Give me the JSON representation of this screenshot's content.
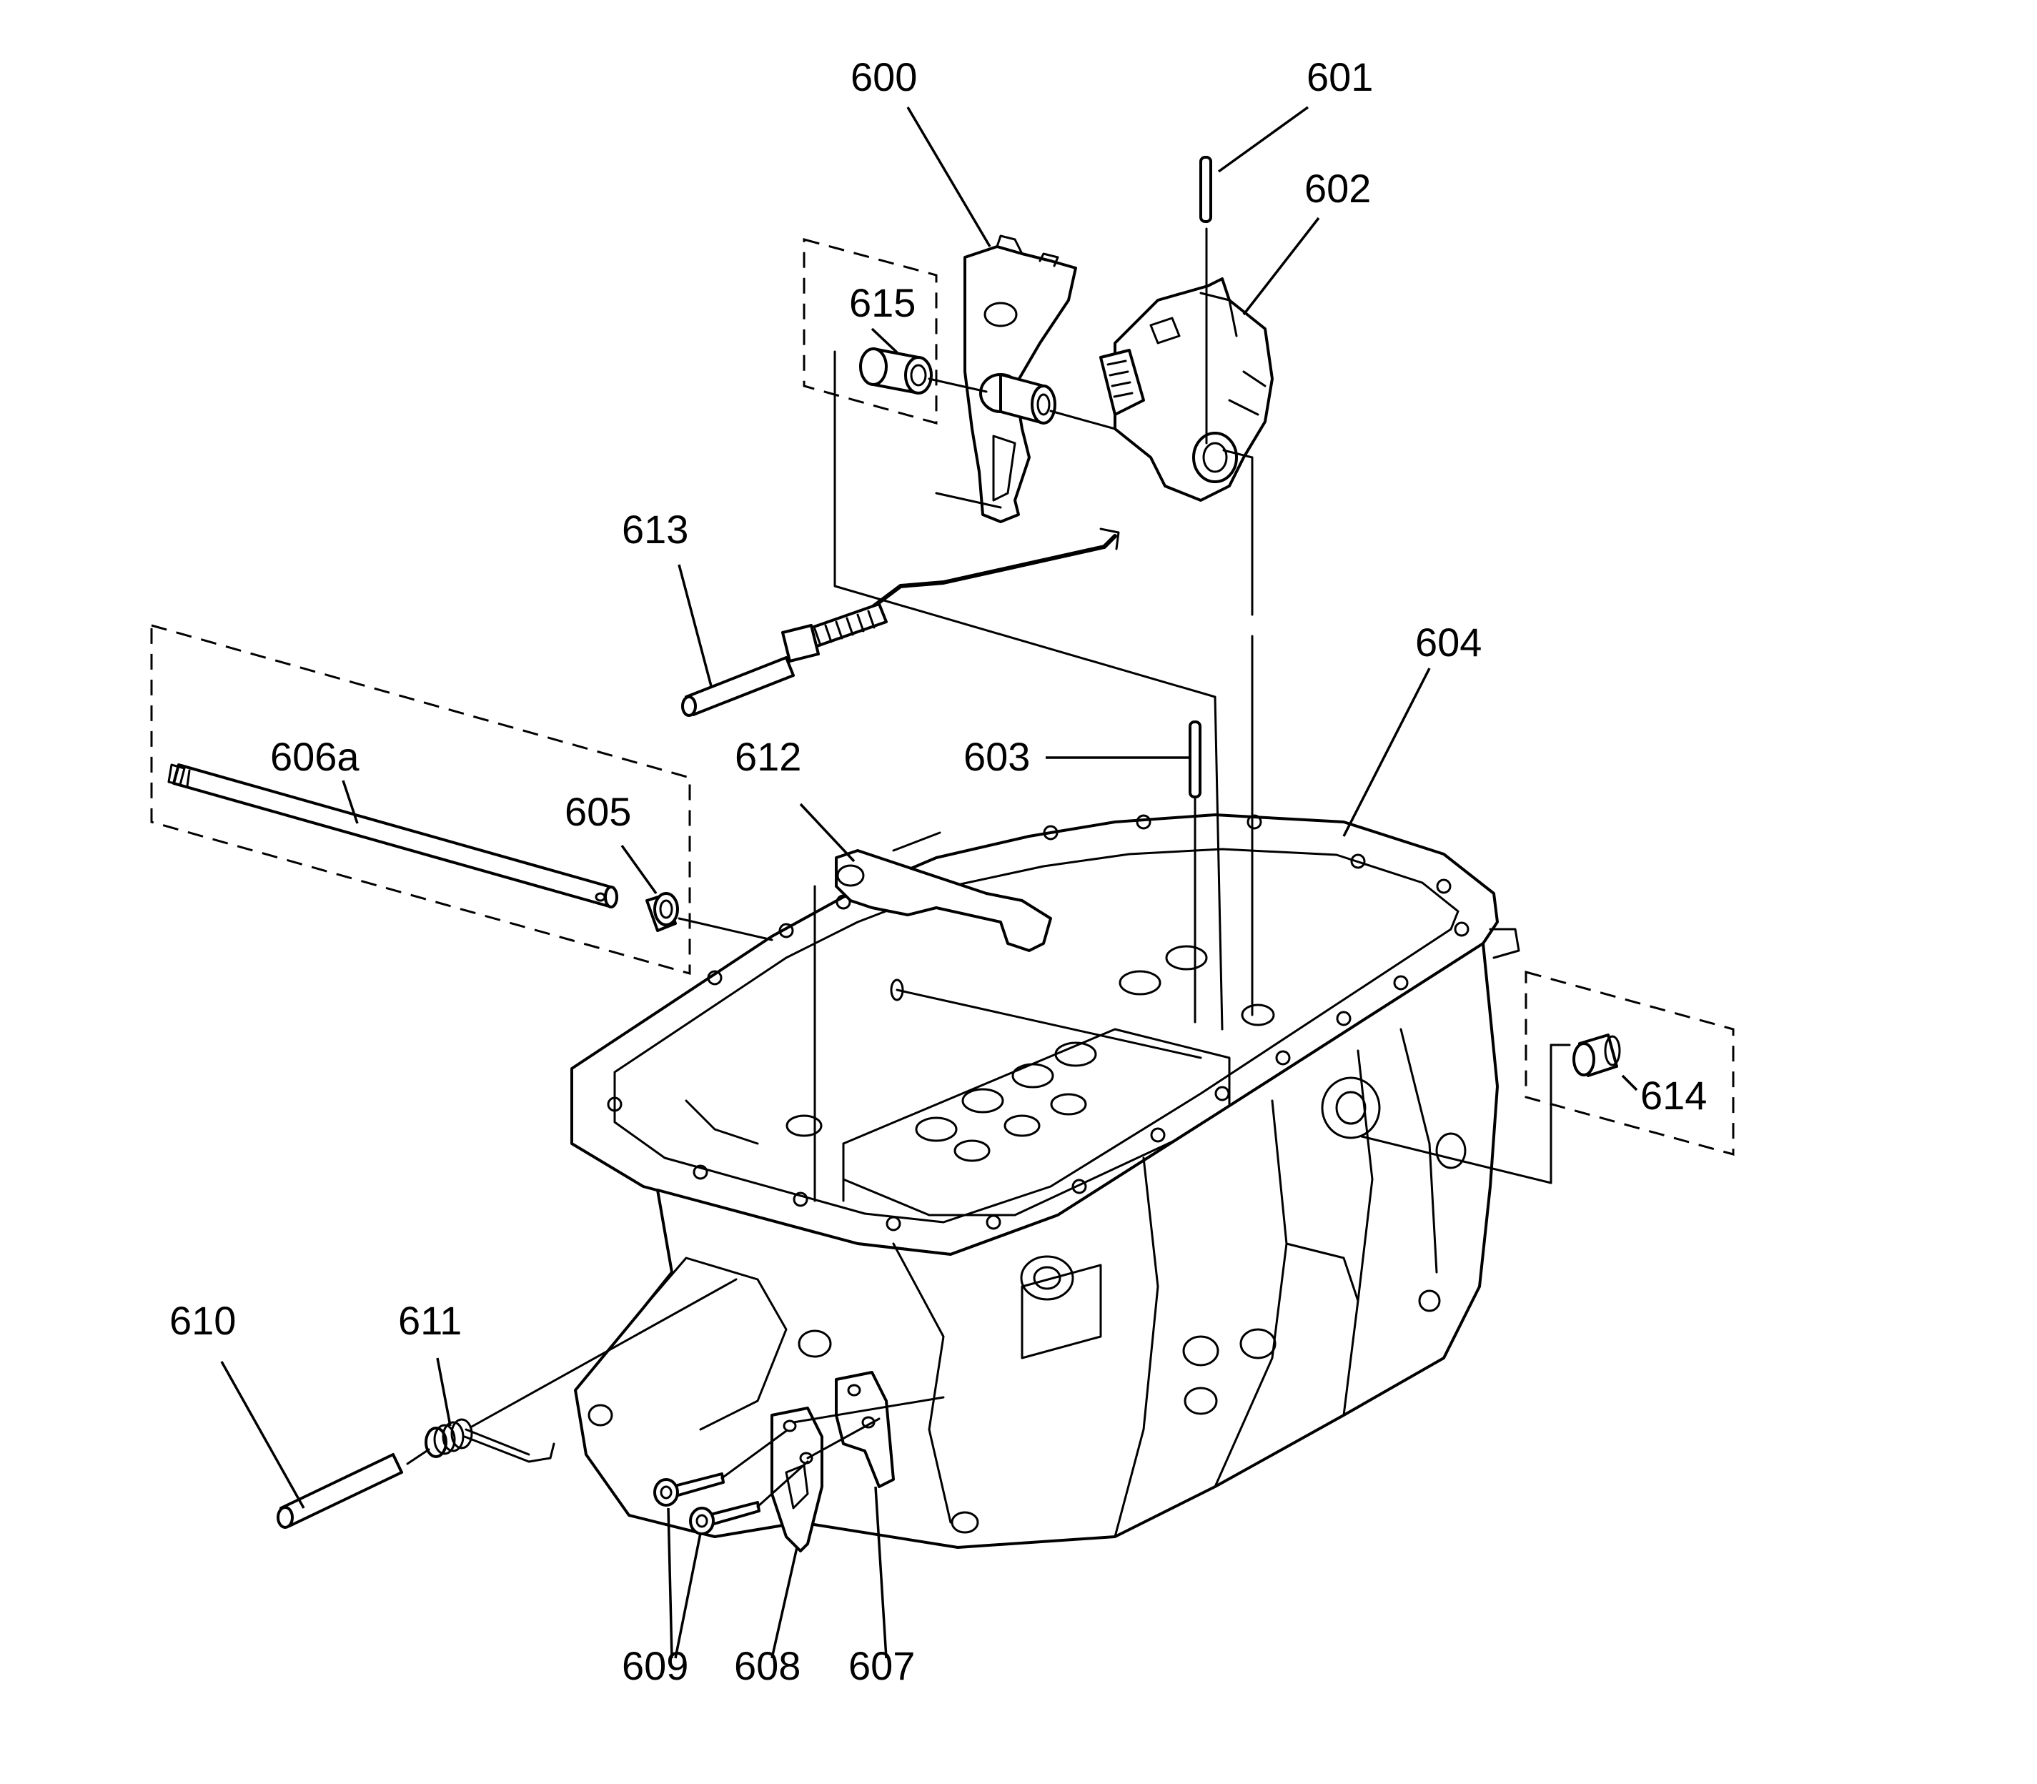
{
  "labels": {
    "600": "600",
    "601": "601",
    "602": "602",
    "603": "603",
    "604": "604",
    "605": "605",
    "606a": "606a",
    "607": "607",
    "608": "608",
    "609": "609",
    "610": "610",
    "611": "611",
    "612": "612",
    "613": "613",
    "614": "614",
    "615": "615"
  },
  "colors": {
    "line": "#000000",
    "background": "#ffffff"
  }
}
